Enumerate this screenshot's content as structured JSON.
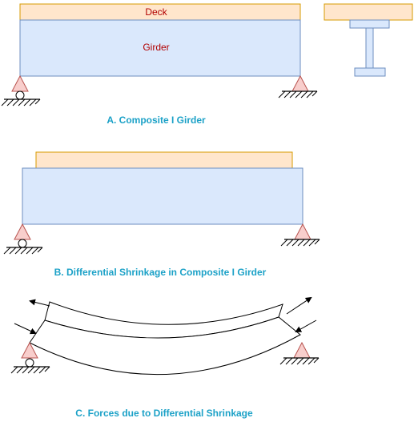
{
  "panel_a": {
    "deck_label": "Deck",
    "girder_label": "Girder",
    "caption": "A. Composite I Girder"
  },
  "panel_b": {
    "caption": "B. Differential Shrinkage in Composite I Girder"
  },
  "panel_c": {
    "caption": "C. Forces due to Differential Shrinkage"
  },
  "colors": {
    "deck_fill": "#ffe6cc",
    "deck_stroke": "#d79b00",
    "girder_fill": "#dae8fc",
    "girder_stroke": "#6c8ebf",
    "support_fill": "#f8cecc",
    "support_stroke": "#b85450",
    "label_red": "#b20000",
    "caption_blue": "#1ba1c7"
  }
}
